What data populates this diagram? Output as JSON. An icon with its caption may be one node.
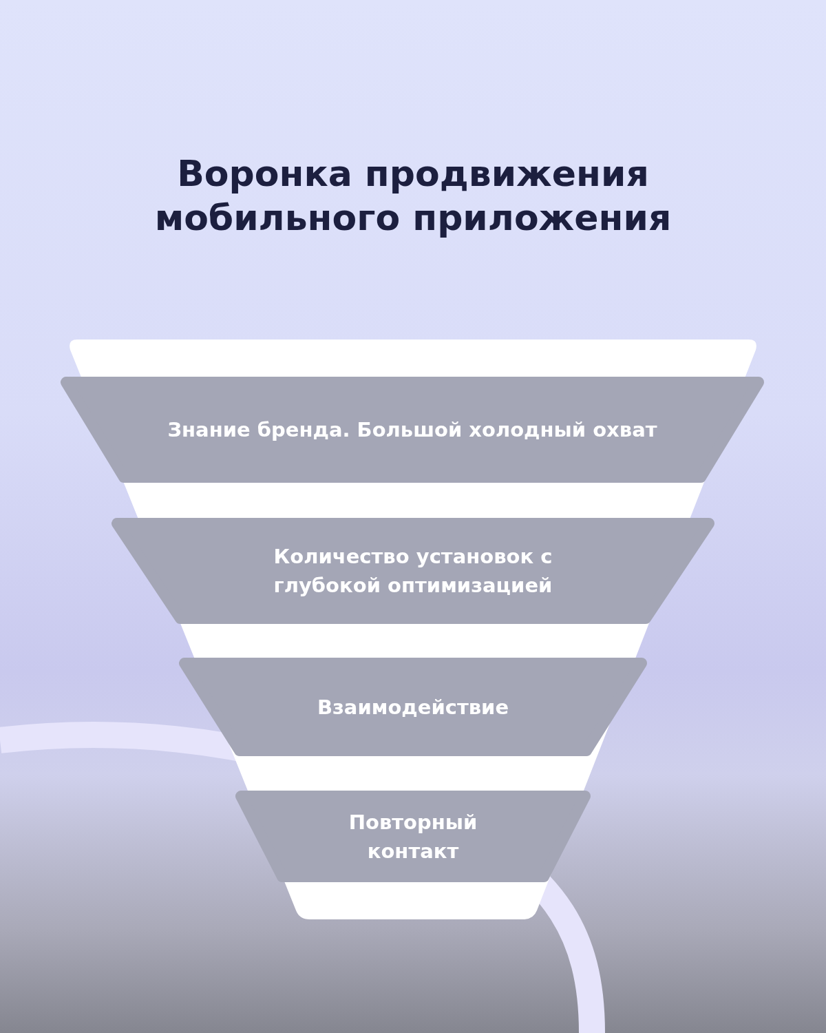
{
  "diagram": {
    "title": "Воронка продвижения мобильного приложения",
    "nodes": [
      {
        "text": [
          "Знание бренда. Большой холодный охват"
        ]
      },
      {
        "text": [
          "Количество установок с глубокой оптимизацией"
        ]
      },
      {
        "text": [
          "Взаимодействие"
        ]
      },
      {
        "text": [
          "Повторный контакт"
        ]
      }
    ]
  }
}
